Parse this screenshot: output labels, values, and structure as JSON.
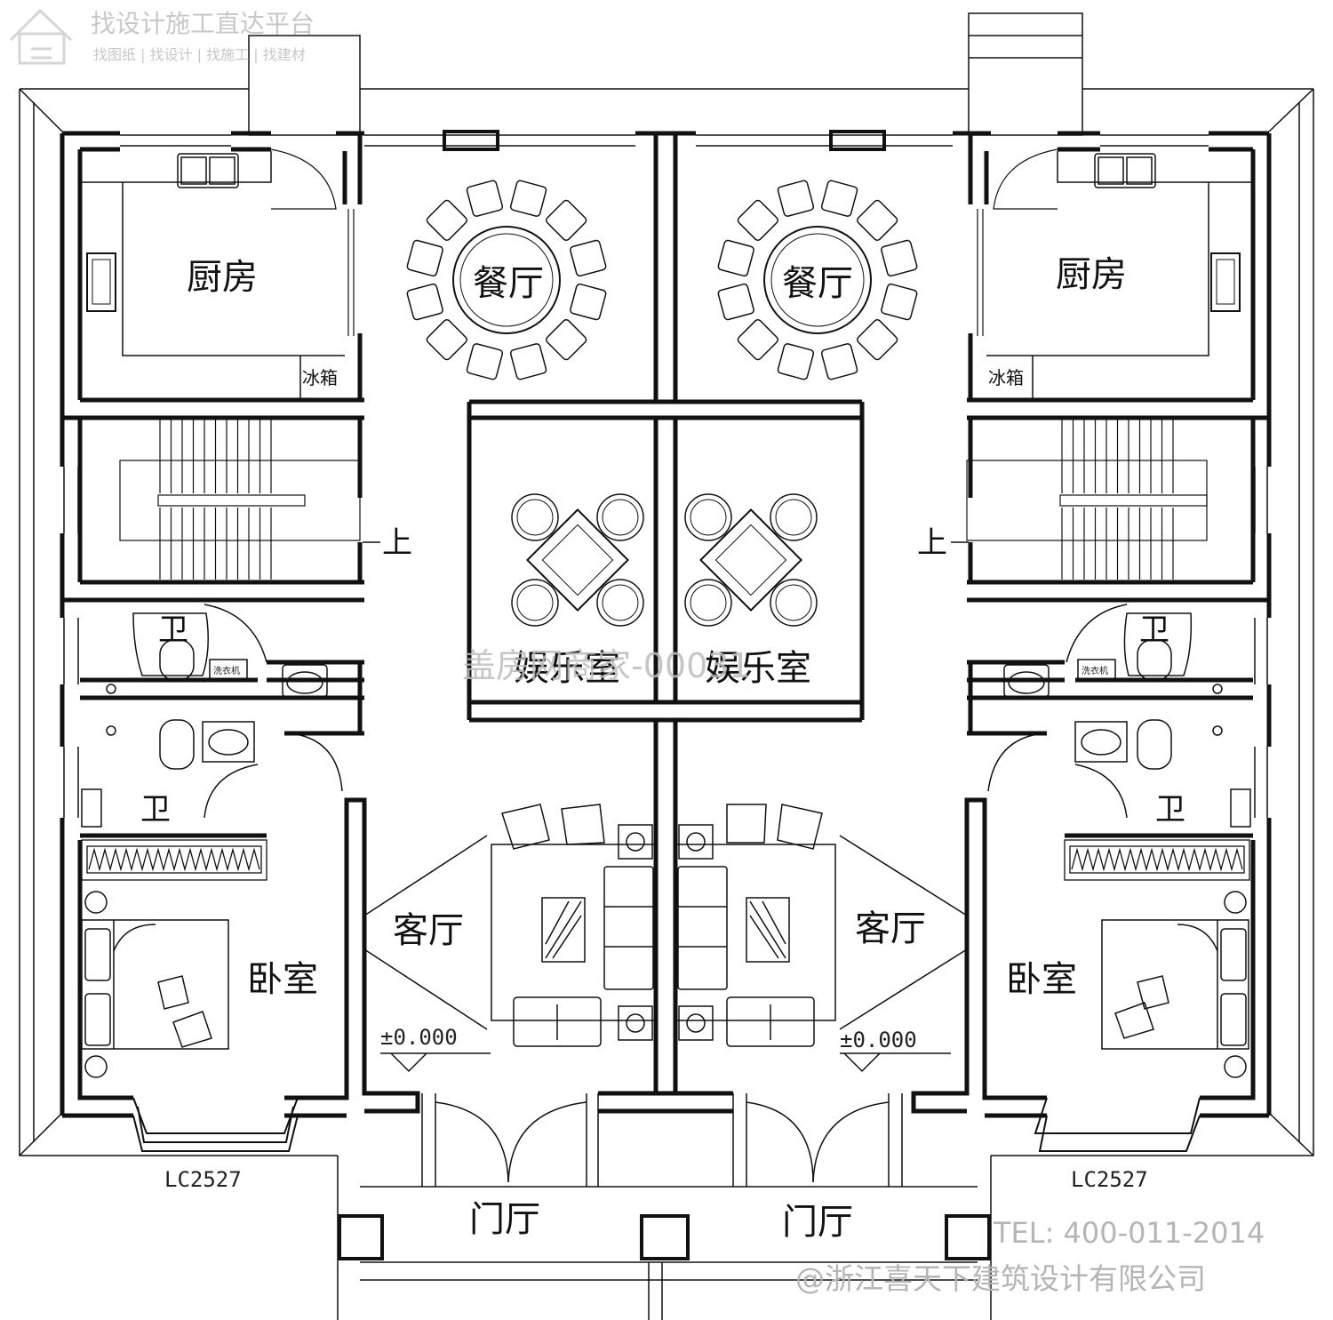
{
  "watermark": {
    "title": "找设计施工直达平台",
    "subtitle": "找图纸 | 找设计 | 找施工 | 找建材",
    "center_overlay": "盖房网商家-00031",
    "tel": "TEL: 400-011-2014",
    "company": "@浙江喜天下建筑设计有限公司"
  },
  "rooms": {
    "kitchen_left": "厨房",
    "kitchen_right": "厨房",
    "dining_left": "餐厅",
    "dining_right": "餐厅",
    "fridge_left": "冰箱",
    "fridge_right": "冰箱",
    "stair_up_left": "上",
    "stair_up_right": "上",
    "bath_upper_left": "卫",
    "bath_lower_left": "卫",
    "bath_upper_right": "卫",
    "bath_lower_right": "卫",
    "entertain_left": "娱乐室",
    "entertain_right": "娱乐室",
    "living_left": "客厅",
    "living_right": "客厅",
    "bedroom_left": "卧室",
    "bedroom_right": "卧室",
    "foyer_left": "门厅",
    "foyer_right": "门厅",
    "washer": "洗衣机"
  },
  "labels": {
    "elevation_left": "±0.000",
    "elevation_right": "±0.000",
    "window_left": "LC2527",
    "window_right": "LC2527"
  }
}
